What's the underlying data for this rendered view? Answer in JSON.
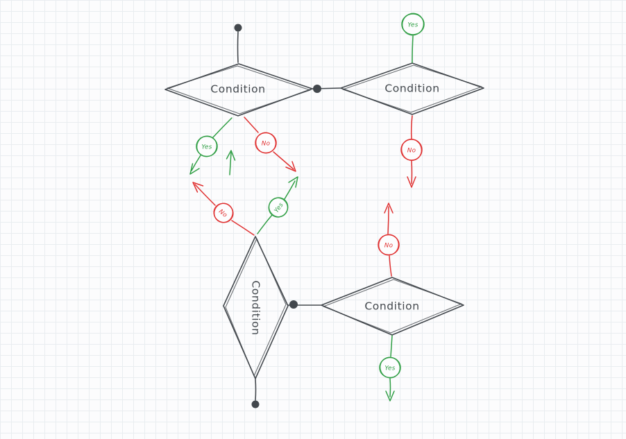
{
  "palette": {
    "ink": "#43484d",
    "green": "#2f9e44",
    "red": "#e03131",
    "grid": "#e9edf0",
    "background": "#fcfcfd"
  },
  "nodes": {
    "top_left": {
      "label": "Condition"
    },
    "top_right": {
      "label": "Condition"
    },
    "bottom_left": {
      "label": "Condition"
    },
    "bottom_right": {
      "label": "Condition"
    }
  },
  "edge_labels": {
    "top_left_yes": "Yes",
    "top_left_no": "No",
    "top_right_yes": "Yes",
    "top_right_no": "No",
    "bottom_left_yes": "Yes",
    "bottom_left_no": "No",
    "bottom_right_yes": "Yes",
    "bottom_right_no": "No"
  }
}
